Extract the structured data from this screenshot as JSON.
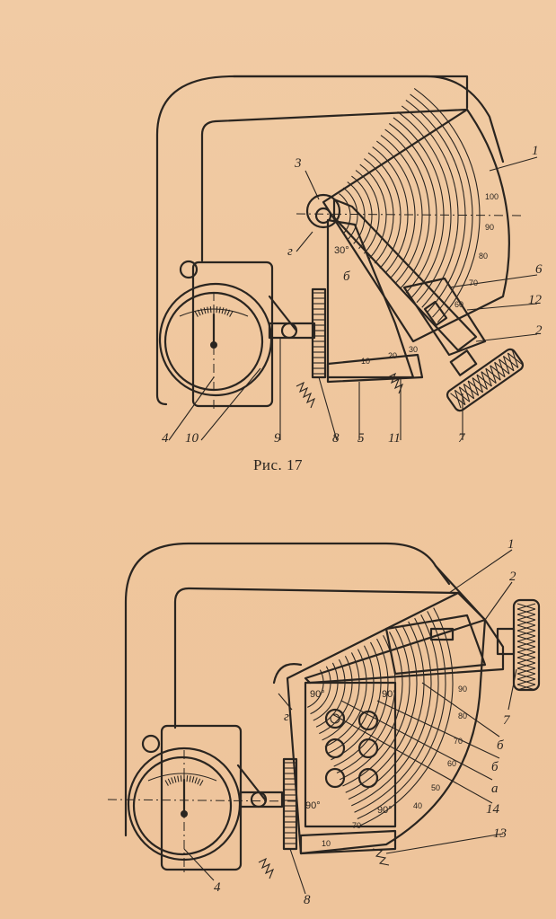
{
  "caption": "Рис. 17",
  "fig1": {
    "labels": [
      "1",
      "2",
      "3",
      "4",
      "5",
      "6",
      "7",
      "8",
      "9",
      "10",
      "11",
      "12",
      "г",
      "б"
    ],
    "angle_label": "30°",
    "arc_scale_ticks": [
      "100",
      "90",
      "80",
      "70",
      "60"
    ],
    "base_scale_ticks": [
      "10",
      "20",
      "30"
    ]
  },
  "fig2": {
    "labels": [
      "1",
      "2",
      "7",
      "б",
      "б",
      "а",
      "14",
      "13",
      "8",
      "4",
      "г"
    ],
    "angle_labels": [
      "90°",
      "90°",
      "90°",
      "90°"
    ],
    "arc_scale_ticks": [
      "90",
      "80",
      "70",
      "60",
      "50",
      "40"
    ],
    "base_scale_ticks": [
      "10",
      "70"
    ]
  }
}
